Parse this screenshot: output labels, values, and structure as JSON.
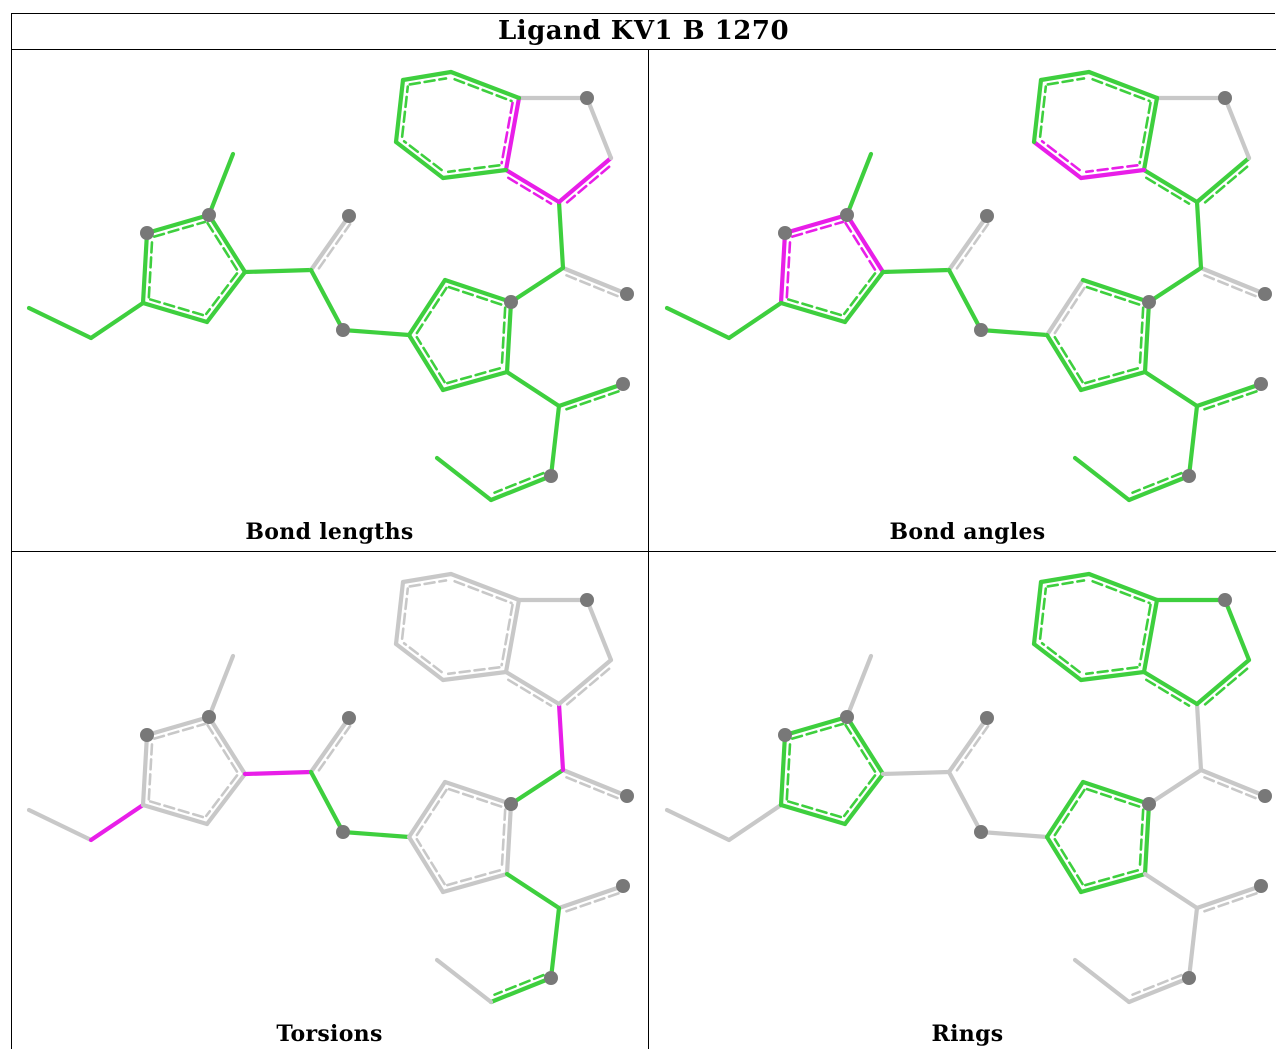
{
  "title": "Ligand KV1 B 1270",
  "panels": [
    {
      "caption": "Bond lengths"
    },
    {
      "caption": "Bond angles"
    },
    {
      "caption": "Torsions"
    },
    {
      "caption": "Rings"
    }
  ],
  "colors": {
    "ok": "#3ecf3e",
    "outlier": "#e81ee8",
    "unassessed": "#c8c8c8",
    "atom": "#787878"
  }
}
